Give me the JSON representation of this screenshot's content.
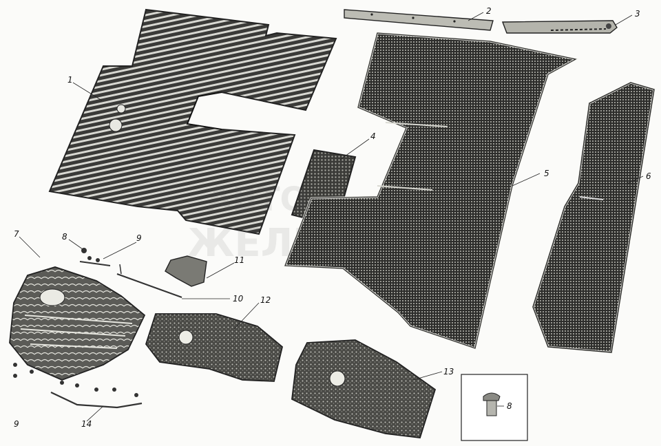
{
  "diagram": {
    "watermark_line1": "АВТО",
    "watermark_line2": "ЖЕЛЕЗ",
    "callouts": [
      {
        "id": "1",
        "text": "1"
      },
      {
        "id": "2",
        "text": "2"
      },
      {
        "id": "3",
        "text": "3"
      },
      {
        "id": "4",
        "text": "4"
      },
      {
        "id": "5",
        "text": "5"
      },
      {
        "id": "6",
        "text": "6"
      },
      {
        "id": "7",
        "text": "7"
      },
      {
        "id": "8a",
        "text": "8"
      },
      {
        "id": "9a",
        "text": "9"
      },
      {
        "id": "10",
        "text": "10"
      },
      {
        "id": "11",
        "text": "11"
      },
      {
        "id": "12",
        "text": "12"
      },
      {
        "id": "13",
        "text": "13"
      },
      {
        "id": "14",
        "text": "14"
      },
      {
        "id": "8b",
        "text": "8"
      },
      {
        "id": "9b",
        "text": "9"
      }
    ]
  }
}
